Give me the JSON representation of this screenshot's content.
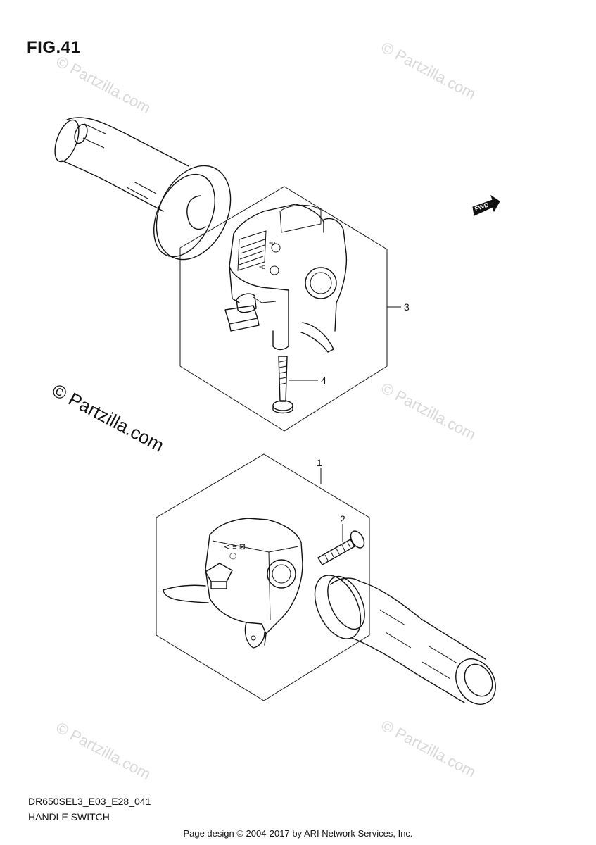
{
  "figure": {
    "title": "FIG.41",
    "code": "DR650SEL3_E03_E28_041",
    "name": "HANDLE SWITCH"
  },
  "callouts": [
    {
      "label": "1"
    },
    {
      "label": "2"
    },
    {
      "label": "3"
    },
    {
      "label": "4"
    }
  ],
  "fwd_arrow": {
    "label": "FWD"
  },
  "watermark": {
    "text": "© Partzilla.com"
  },
  "footer": {
    "text": "Page design © 2004-2017 by ARI Network Services, Inc."
  }
}
